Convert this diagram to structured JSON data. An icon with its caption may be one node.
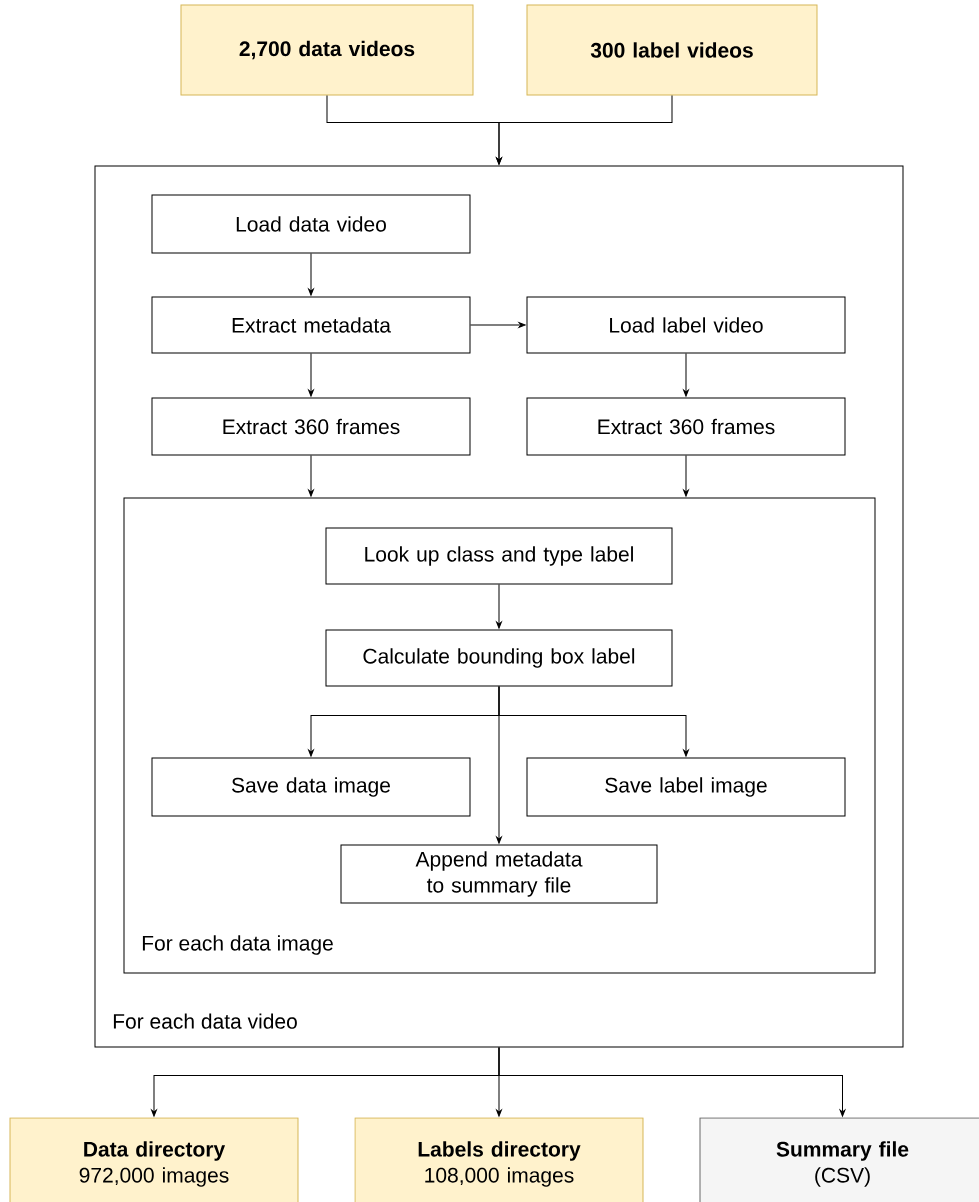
{
  "diagram": {
    "nodes": [
      {
        "text": [
          "2,700 data videos"
        ]
      },
      {
        "text": [
          "300 label videos"
        ]
      },
      {
        "text": [
          "For each data video"
        ]
      },
      {
        "text": [
          "Load data video"
        ],
        "in": 2
      },
      {
        "text": [
          "Extract metadata"
        ],
        "in": 2
      },
      {
        "text": [
          "Load label video"
        ],
        "in": 2
      },
      {
        "text": [
          "Extract 360 frames"
        ],
        "in": 2
      },
      {
        "text": [
          "Extract 360 frames"
        ],
        "in": 2
      },
      {
        "text": [
          "For each data image"
        ],
        "in": 2
      },
      {
        "text": [
          "Look up class and type label"
        ],
        "in": 8
      },
      {
        "text": [
          "Calculate bounding box label"
        ],
        "in": 8
      },
      {
        "text": [
          "Save data image"
        ],
        "in": 8
      },
      {
        "text": [
          "Save label image"
        ],
        "in": 8
      },
      {
        "text": [
          "Append metadata to summary file"
        ],
        "in": 8
      },
      {
        "text": [
          "Data directory",
          "972,000 images"
        ]
      },
      {
        "text": [
          "Labels directory",
          "108,000 images"
        ]
      },
      {
        "text": [
          "Summary file",
          "(CSV)"
        ]
      }
    ],
    "edges": [
      {
        "from": 0,
        "to": 2,
        "arrow": "to"
      },
      {
        "from": 1,
        "to": 2,
        "arrow": "to"
      },
      {
        "from": 3,
        "to": 4,
        "arrow": "to"
      },
      {
        "from": 4,
        "to": 5,
        "arrow": "to"
      },
      {
        "from": 4,
        "to": 6,
        "arrow": "to"
      },
      {
        "from": 5,
        "to": 7,
        "arrow": "to"
      },
      {
        "from": 6,
        "to": 8,
        "arrow": "to"
      },
      {
        "from": 7,
        "to": 8,
        "arrow": "to"
      },
      {
        "from": 9,
        "to": 10,
        "arrow": "to"
      },
      {
        "from": 10,
        "to": 11,
        "arrow": "to"
      },
      {
        "from": 10,
        "to": 12,
        "arrow": "to"
      },
      {
        "from": 10,
        "to": 13,
        "arrow": "to"
      },
      {
        "from": 2,
        "to": 14,
        "arrow": "to"
      },
      {
        "from": 2,
        "to": 15,
        "arrow": "to"
      },
      {
        "from": 2,
        "to": 16,
        "arrow": "to"
      }
    ]
  }
}
